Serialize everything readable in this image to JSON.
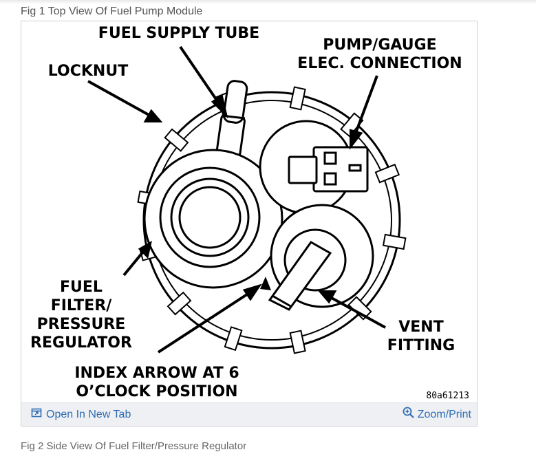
{
  "figure": {
    "caption": "Fig 1 Top View Of Fuel Pump Module",
    "image_code": "80a61213"
  },
  "labels": {
    "fuel_supply_tube": "FUEL SUPPLY TUBE",
    "locknut": "LOCKNUT",
    "pump_gauge_line1": "PUMP/GAUGE",
    "pump_gauge_line2": "ELEC. CONNECTION",
    "filter_line1": "FUEL",
    "filter_line2": "FILTER/",
    "filter_line3": "PRESSURE",
    "filter_line4": "REGULATOR",
    "vent_line1": "VENT",
    "vent_line2": "FITTING",
    "index_line1": "INDEX ARROW AT 6",
    "index_line2": "O’CLOCK POSITION"
  },
  "footer": {
    "open_tab_label": "Open In New Tab",
    "zoom_label": "Zoom/Print",
    "open_tab_icon": "open-new-tab-icon",
    "zoom_icon": "magnifier-plus-icon",
    "link_color": "#2f6db5"
  },
  "next_caption": "Fig 2 Side View Of Fuel Filter/Pressure Regulator"
}
